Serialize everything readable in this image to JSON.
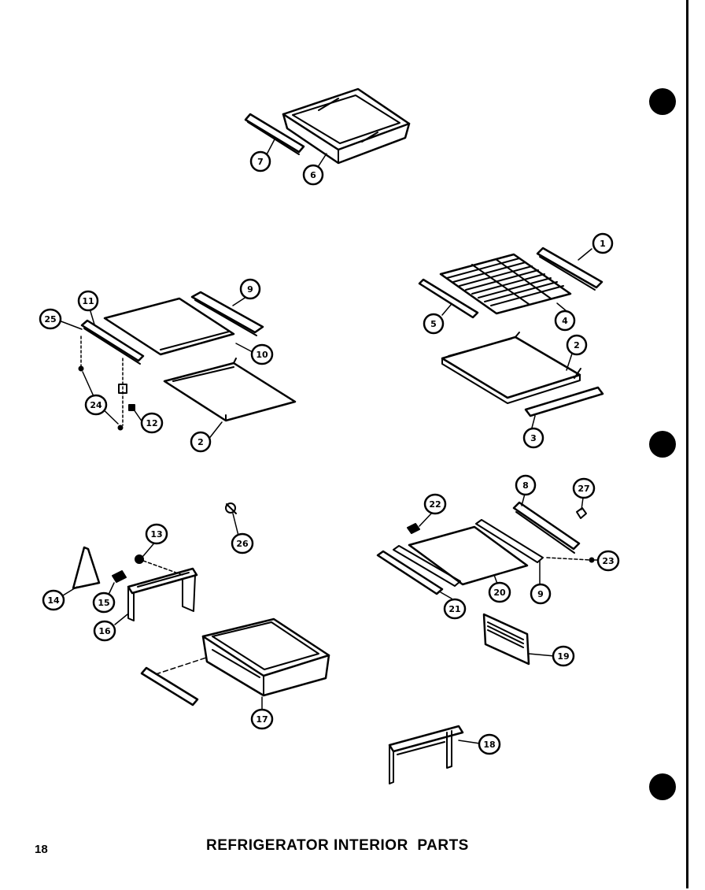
{
  "page": {
    "number": "18",
    "title": "REFRIGERATOR INTERIOR  PARTS"
  },
  "callouts": {
    "c1": "1",
    "c2a": "2",
    "c2b": "2",
    "c3": "3",
    "c4": "4",
    "c5": "5",
    "c6": "6",
    "c7": "7",
    "c8": "8",
    "c9a": "9",
    "c9b": "9",
    "c10": "10",
    "c11": "11",
    "c12": "12",
    "c13": "13",
    "c14": "14",
    "c15": "15",
    "c16": "16",
    "c17": "17",
    "c18": "18",
    "c19": "19",
    "c20": "20",
    "c21": "21",
    "c22": "22",
    "c23": "23",
    "c24": "24",
    "c25": "25",
    "c26": "26",
    "c27": "27"
  },
  "colors": {
    "ink": "#000000",
    "paper": "#ffffff"
  }
}
